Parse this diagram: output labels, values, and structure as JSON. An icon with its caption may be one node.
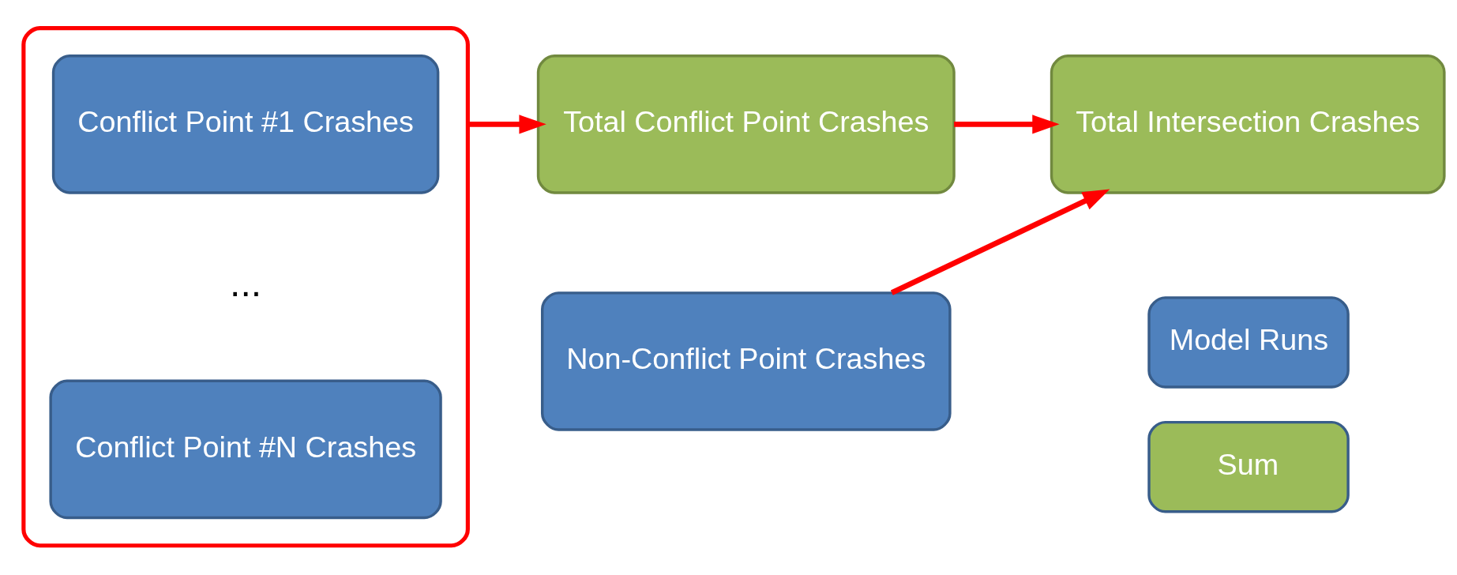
{
  "diagram": {
    "nodes": [
      {
        "text": [],
        "shape": "box"
      },
      {
        "text": [
          "Conflict Point #1 Crashes"
        ],
        "in": 0
      },
      {
        "text": [
          "Conflict Point #N Crashes"
        ],
        "in": 0
      },
      {
        "text": [
          "Total Conflict Point Crashes"
        ]
      },
      {
        "text": [
          "Non-Conflict Point Crashes"
        ]
      },
      {
        "text": [
          "Total Intersection Crashes"
        ]
      }
    ],
    "edges": [
      {
        "from": 0,
        "to": 3,
        "arrow": "to"
      },
      {
        "from": 3,
        "to": 5,
        "arrow": "to"
      },
      {
        "from": 4,
        "to": 5,
        "arrow": "to"
      }
    ],
    "labels": [
      "..."
    ],
    "legend": [
      {
        "text": "Model Runs",
        "color": "#4f81bd"
      },
      {
        "text": "Sum",
        "color": "#9bbb59"
      }
    ]
  }
}
